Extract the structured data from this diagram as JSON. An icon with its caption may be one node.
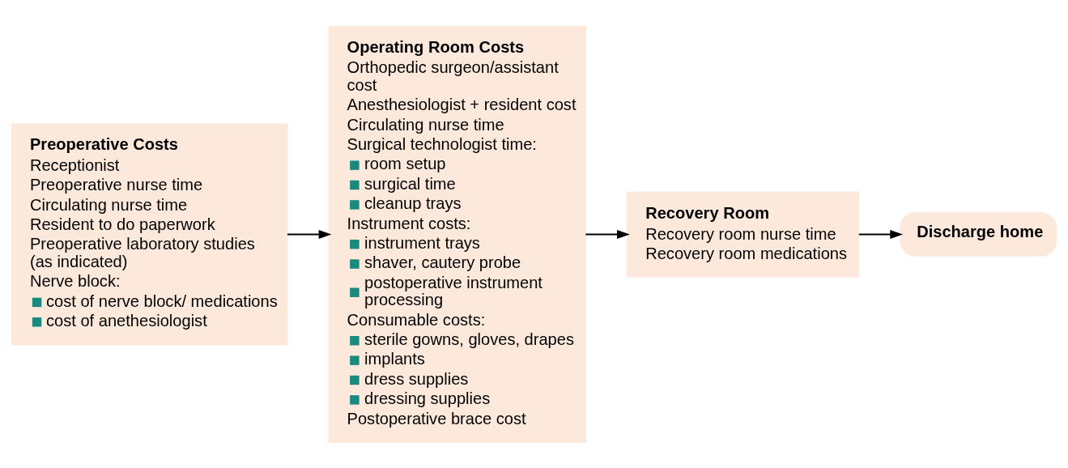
{
  "diagram": {
    "nodes": [
      {
        "text": [
          "Preoperative Costs",
          "Receptionist",
          "Preoperative nurse time",
          "Circulating nurse time",
          "Resident to do paperwork",
          "Preoperative laboratory studies (as indicated)",
          "Nerve block:",
          "cost of nerve block/ medications",
          "cost of anethesiologist"
        ]
      },
      {
        "text": [
          "Operating Room Costs",
          "Orthopedic surgeon/assistant cost",
          "Anesthesiologist + resident cost",
          "Circulating nurse time",
          "Surgical technologist time:",
          "room setup",
          "surgical time",
          "cleanup trays",
          "Instrument costs:",
          "instrument trays",
          "shaver, cautery probe",
          "postoperative instrument processing",
          "Consumable costs:",
          "sterile gowns, gloves, drapes",
          "implants",
          "dress supplies",
          "dressing supplies",
          "Postoperative brace cost"
        ]
      },
      {
        "text": [
          "Recovery Room",
          "Recovery room nurse time",
          "Recovery room medications"
        ]
      },
      {
        "text": [
          "Discharge home"
        ]
      }
    ],
    "edges": [
      {
        "from": 0,
        "to": 1,
        "arrow": "to"
      },
      {
        "from": 1,
        "to": 2,
        "arrow": "to"
      },
      {
        "from": 2,
        "to": 3,
        "arrow": "to"
      }
    ]
  }
}
